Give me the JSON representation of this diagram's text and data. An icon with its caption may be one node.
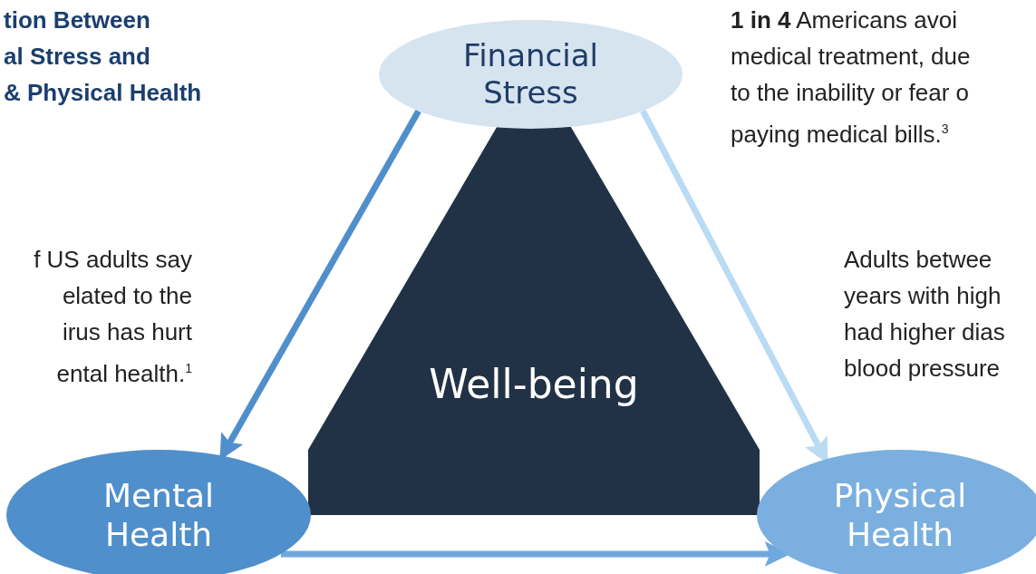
{
  "diagram": {
    "title": "tion Between al Stress and & Physical Health",
    "nodes": [
      {
        "text": [
          "Financial Stress"
        ]
      },
      {
        "text": [
          "Well-being"
        ]
      },
      {
        "text": [
          "Mental Health"
        ]
      },
      {
        "text": [
          "Physical Health"
        ]
      }
    ],
    "edges": [
      {
        "from": 0,
        "to": 2,
        "arrow": "to",
        "color": "#4f8fcb"
      },
      {
        "from": 0,
        "to": 3,
        "arrow": "to",
        "color": "#b9dbf3"
      },
      {
        "from": 2,
        "to": 3,
        "arrow": "to",
        "color": "#6fa8dc"
      }
    ],
    "labels": [
      "**1 in 4** Americans avoi medical treatment, due to the inability or fear o paying medical bills.$^{3}$",
      "f US adults say elated to the irus has hurt ental health.$^{1}$",
      "Adults betwee years with high had higher dias blood pressure"
    ]
  }
}
